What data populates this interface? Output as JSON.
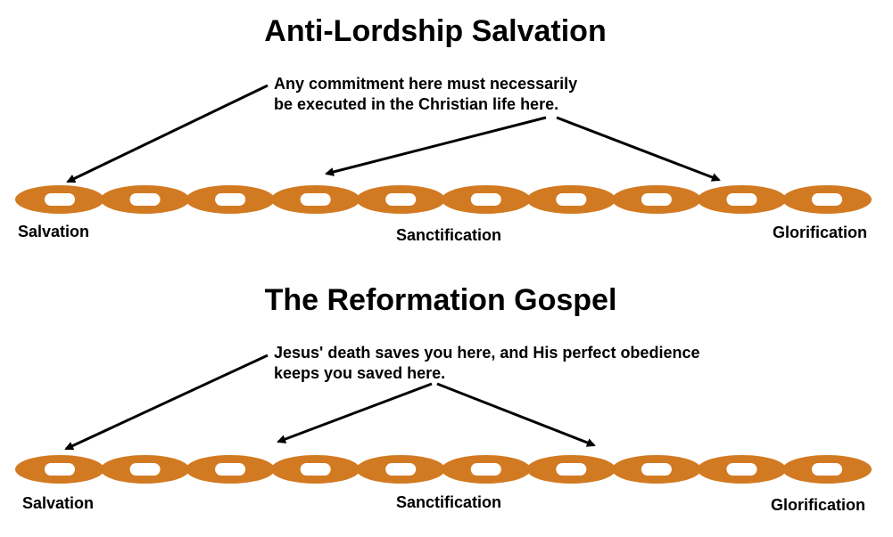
{
  "colors": {
    "chain": "#D27A22",
    "arrow": "#000000"
  },
  "diagrams": [
    {
      "title": "Anti-Lordship Salvation",
      "note_line1": "Any commitment here must necessarily",
      "note_line2": "be executed in the Christian life here.",
      "labels": {
        "start": "Salvation",
        "middle": "Sanctification",
        "end": "Glorification"
      },
      "link_count": 10
    },
    {
      "title": "The Reformation Gospel",
      "note_line1": "Jesus' death saves you here, and His perfect obedience",
      "note_line2": "keeps you saved here.",
      "labels": {
        "start": "Salvation",
        "middle": "Sanctification",
        "end": "Glorification"
      },
      "link_count": 10
    }
  ]
}
